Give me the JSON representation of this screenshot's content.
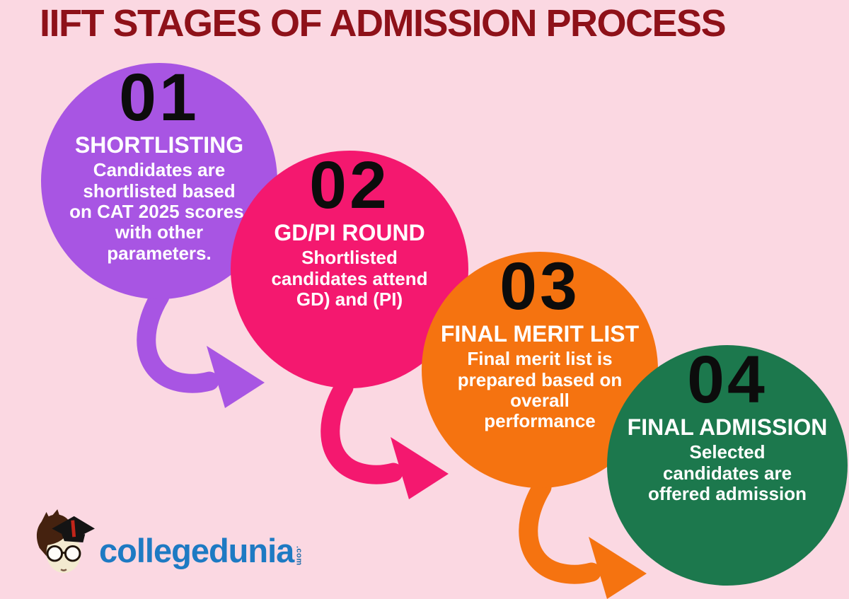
{
  "title": "IIFT STAGES OF ADMISSION PROCESS",
  "stages": [
    {
      "number": "01",
      "heading": "SHORTLISTING",
      "body_lines": [
        "Candidates are",
        "shortlisted based",
        "on CAT 2025 scores,",
        "with other",
        "parameters."
      ],
      "color": "#a855e3"
    },
    {
      "number": "02",
      "heading": "GD/PI ROUND",
      "body_lines": [
        "Shortlisted",
        "candidates attend",
        "GD) and (PI)"
      ],
      "color": "#f4186f"
    },
    {
      "number": "03",
      "heading": "FINAL MERIT LIST",
      "body_lines": [
        "Final merit list is",
        "prepared based on",
        "overall",
        "performance"
      ],
      "color": "#f57310"
    },
    {
      "number": "04",
      "heading": "FINAL ADMISSION",
      "body_lines": [
        "Selected",
        "candidates are",
        "offered admission"
      ],
      "color": "#1c784d"
    }
  ],
  "logo": {
    "text": "collegedunia",
    "suffix": ".com"
  },
  "colors": {
    "background": "#fbd8e2",
    "title": "#8e1119",
    "number": "#0c0c0c",
    "stage_text": "#ffffff",
    "logo_blue": "#1e7ac3",
    "logo_suffix": "#1a6aa8"
  }
}
